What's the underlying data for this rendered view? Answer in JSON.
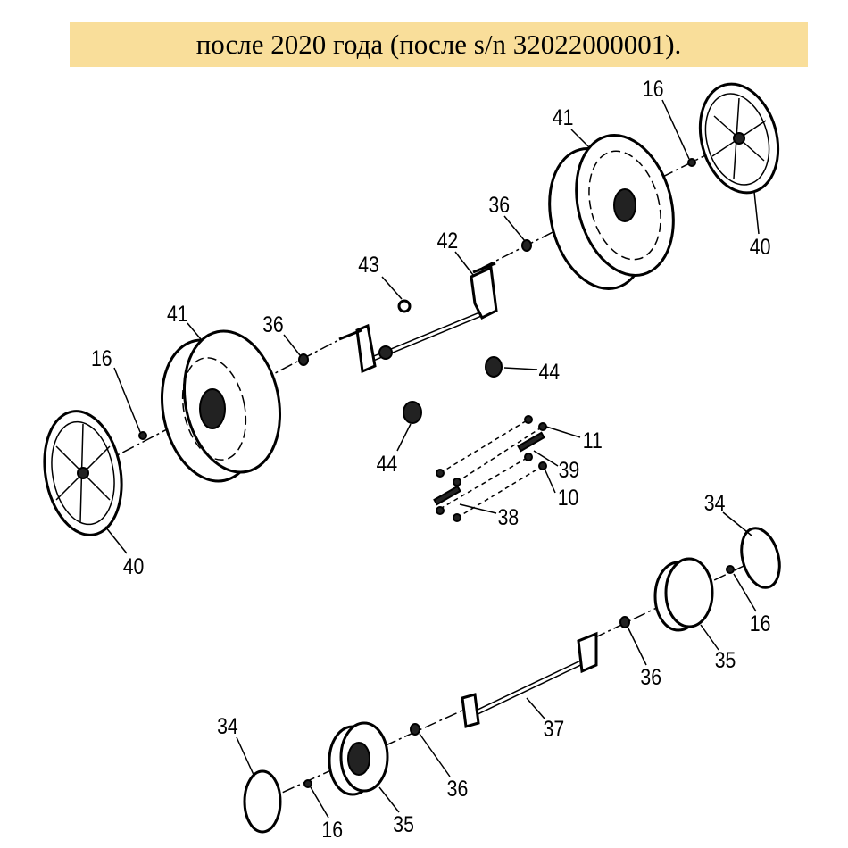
{
  "header": {
    "title": "после 2020  года (после s/n 32022000001)."
  },
  "banner_color": "#F9DE9A",
  "callouts": [
    "16",
    "41",
    "36",
    "42",
    "40",
    "43",
    "41",
    "36",
    "16",
    "44",
    "44",
    "11",
    "39",
    "10",
    "38",
    "40",
    "34",
    "16",
    "36",
    "35",
    "37",
    "34",
    "36",
    "16",
    "35"
  ]
}
